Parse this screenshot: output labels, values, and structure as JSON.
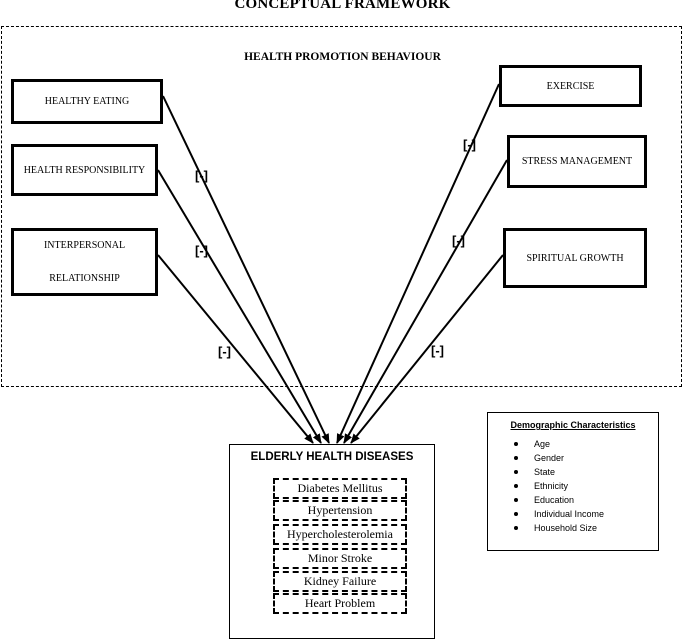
{
  "title": "CONCEPTUAL FRAMEWORK",
  "framework_label": "HEALTH PROMOTION BEHAVIOUR",
  "left_boxes": {
    "healthy_eating": "HEALTHY EATING",
    "health_responsibility": "HEALTH RESPONSIBILITY",
    "interpersonal_line1": "INTERPERSONAL",
    "interpersonal_line2": "RELATIONSHIP"
  },
  "right_boxes": {
    "exercise": "EXERCISE",
    "stress_management": "STRESS MANAGEMENT",
    "spiritual_growth": "SPIRITUAL GROWTH"
  },
  "relation_sign": "[-]",
  "elderly": {
    "title": "ELDERLY HEALTH DISEASES",
    "diseases": [
      "Diabetes Mellitus",
      "Hypertension",
      "Hypercholesterolemia",
      "Minor Stroke",
      "Kidney Failure",
      "Heart Problem"
    ]
  },
  "demographics": {
    "title": "Demographic Characteristics",
    "items": [
      "Age",
      "Gender",
      "State",
      "Ethnicity",
      "Education",
      "Individual Income",
      "Household Size"
    ]
  }
}
